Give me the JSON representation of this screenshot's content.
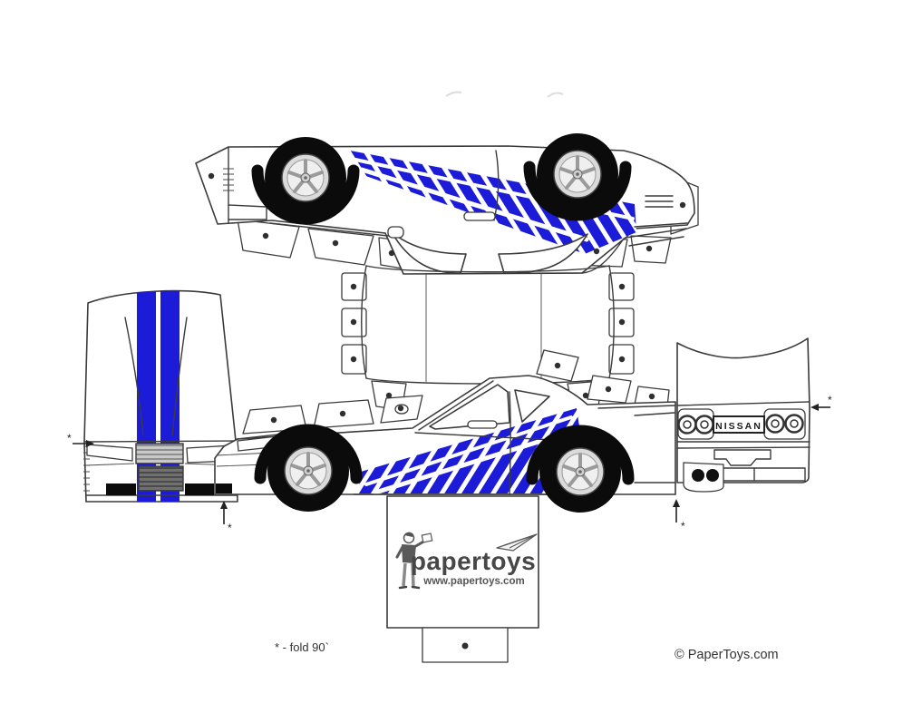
{
  "sheet": {
    "kind": "paper-toy cut-out template",
    "background": "#ffffff"
  },
  "badge": {
    "text": "NISSAN"
  },
  "logo": {
    "name": "papertoys",
    "url": "www.papertoys.com"
  },
  "notes": {
    "fold": "* -  fold 90`",
    "marker": "*",
    "copyright": "© PaperToys.com"
  },
  "colors": {
    "paper": "#ffffff",
    "outline": "#3b3b3b",
    "decal_blue": "#1c1cd8",
    "tire_black": "#0b0b0b",
    "rim_gray": "#dadada",
    "grille_light": "#c9c9c9",
    "grille_dark": "#707070",
    "logo_gray": "#474747"
  },
  "icons": {
    "mascot": "man-holding-paper-icon",
    "airplane": "paper-airplane-icon",
    "fold_arrow": "fold-direction-arrow-icon",
    "glue_dot": "glue-dot-marker"
  }
}
